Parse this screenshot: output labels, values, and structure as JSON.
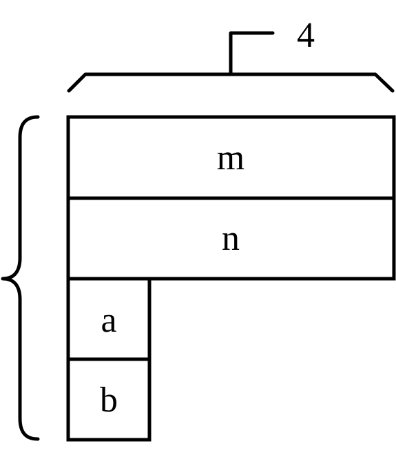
{
  "diagram": {
    "top_measure_label": "4",
    "rows": [
      {
        "label": "m"
      },
      {
        "label": "n"
      }
    ],
    "column_cells": [
      {
        "label": "a"
      },
      {
        "label": "b"
      }
    ]
  }
}
